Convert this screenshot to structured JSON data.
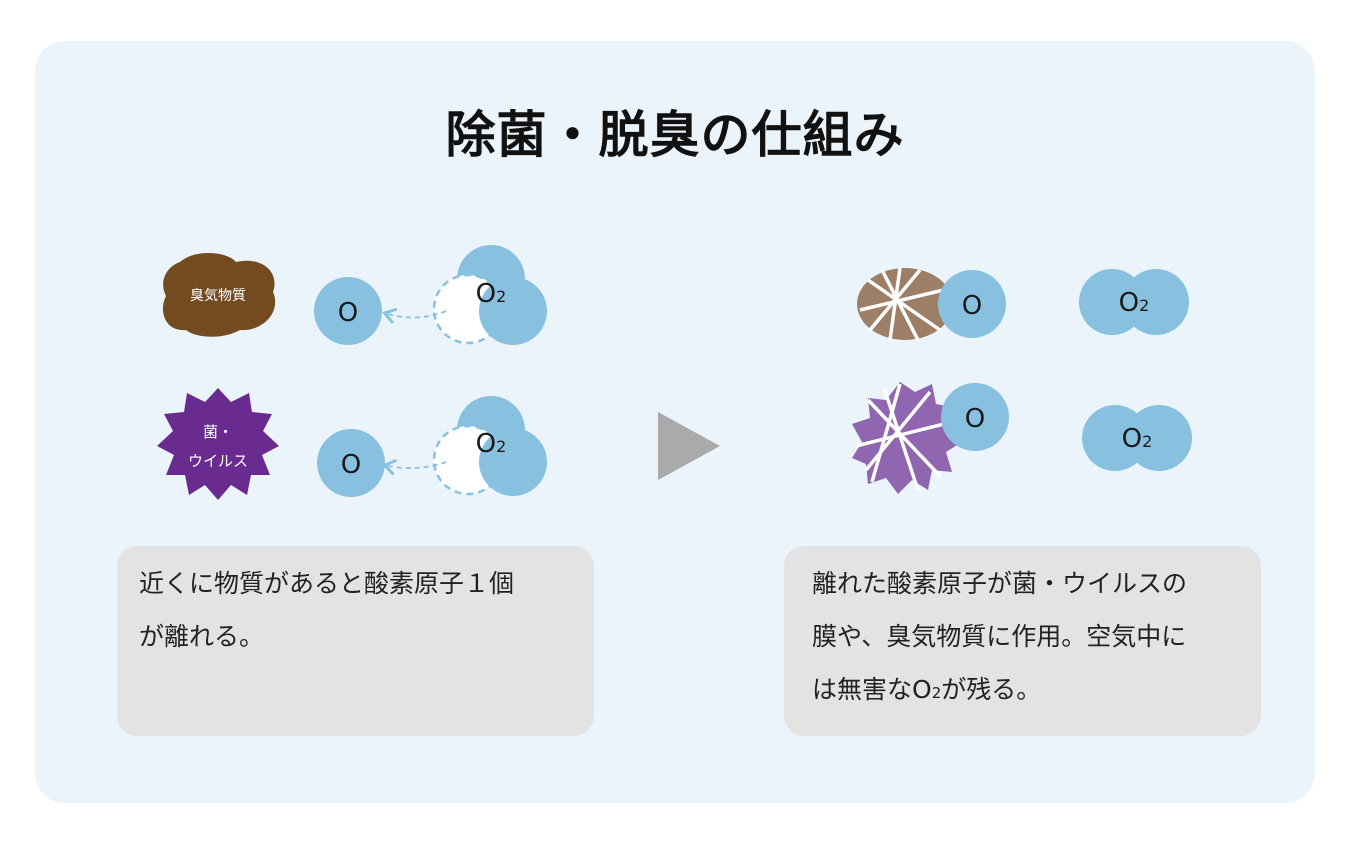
{
  "title": "除菌・脱臭の仕組み",
  "colors": {
    "panel": "#ebf4fb",
    "oxygen": "#88c1e0",
    "odor": "#744a20",
    "odor_broken": "#9c7f66",
    "germ": "#6a2b90",
    "germ_broken": "#9066b0",
    "caption_bg": "#e3e3e3",
    "arrow": "#aaaaaa"
  },
  "before": {
    "odor_label": "臭気物質",
    "germ_label_line1": "菌・",
    "germ_label_line2": "ウイルス",
    "atom_label": "O",
    "molecule_label": "O",
    "molecule_sub": "2"
  },
  "after": {
    "atom_label": "O",
    "molecule_label": "O",
    "molecule_sub": "2"
  },
  "caption_left": {
    "line1": "近くに物質があると酸素原子１個",
    "line2": "が離れる。"
  },
  "caption_right": {
    "line1": "離れた酸素原子が菌・ウイルスの",
    "line2": "膜や、臭気物質に作用。空気中に",
    "line3_pre": "は無害なO",
    "line3_sub": "2",
    "line3_post": "が残る。"
  }
}
